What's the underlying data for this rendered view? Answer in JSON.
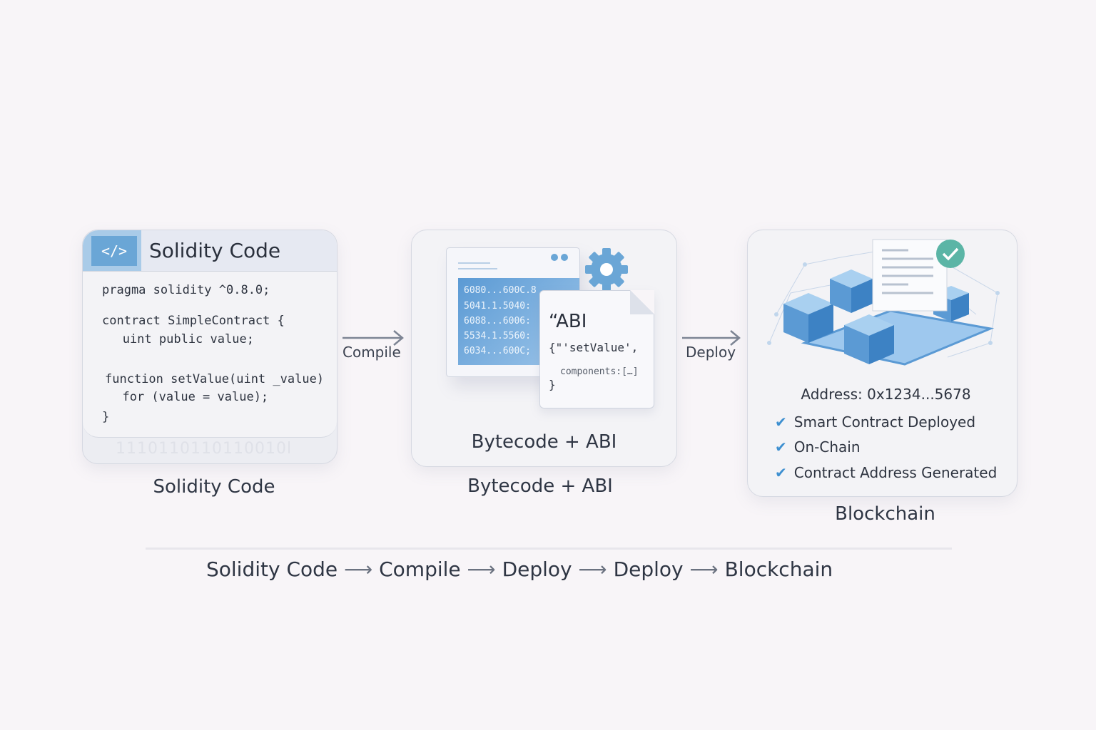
{
  "solidity_card": {
    "icon": "code-icon",
    "icon_text": "</>",
    "title": "Solidity Code",
    "code_lines": [
      "pragma solidity ^0.8.0;",
      "contract SimpleContract {",
      "   uint public value;",
      "function setValue(uint _value)",
      "  for (value = value);",
      "}"
    ],
    "binary": "1110110110110010l",
    "caption": "Solidity Code"
  },
  "compile_arrow": {
    "label": "Compile"
  },
  "bytecode_card": {
    "bytecode_lines": [
      "6080...600C.8",
      "5041.1.5040:",
      "6088...6006:",
      "5534.1.5560:",
      "6034...600C;"
    ],
    "abi_title": "“ABI",
    "abi_lines": [
      "{\"'setValue',",
      "components:[…]",
      "}"
    ],
    "inner_label": "Bytecode + ABI",
    "caption": "Bytecode + ABI"
  },
  "deploy_arrow": {
    "label": "Deploy"
  },
  "blockchain_card": {
    "address": "Address: 0x1234...5678",
    "checks": [
      "Smart Contract Deployed",
      "On-Chain",
      "Contract Address Generated"
    ],
    "caption": "Blockchain"
  },
  "flow": {
    "steps": [
      "Solidity Code",
      "Compile",
      "Deploy",
      "Deploy",
      "Blockchain"
    ],
    "separator": "⟶"
  },
  "colors": {
    "accent": "#6aa6d6",
    "check": "#3d8fd0",
    "teal": "#5bb5a6"
  }
}
